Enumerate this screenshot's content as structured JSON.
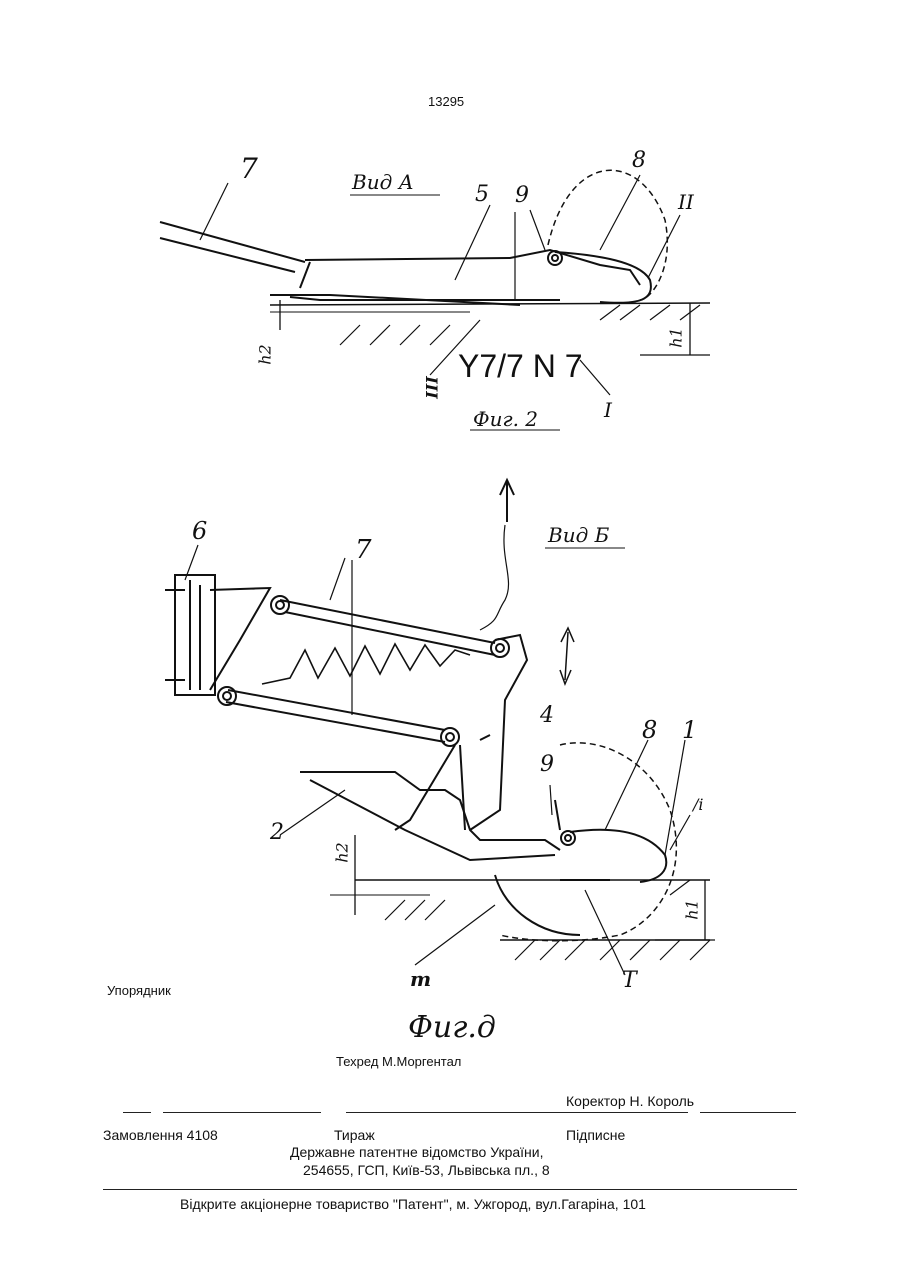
{
  "page_number": "13295",
  "figure2": {
    "view_label": "Вид А",
    "caption": "Фиг. 2",
    "stamp_text": "Y7/7 N 7",
    "labels": {
      "n7": "7",
      "n5": "5",
      "n9": "9",
      "n8": "8",
      "roman2": "II",
      "roman1": "I",
      "roman3": "III",
      "h1": "h1",
      "h2": "h2"
    }
  },
  "figure3": {
    "view_label": "Вид Б",
    "caption": "Фиг.д",
    "labels": {
      "n6": "6",
      "n7": "7",
      "n4": "4",
      "n2": "2",
      "n9": "9",
      "n8": "8",
      "n1": "1",
      "li": "/i",
      "h1": "h1",
      "h2": "h2",
      "m": "m",
      "T": "T"
    }
  },
  "footer": {
    "compiler": "Упорядник",
    "tech_editor": "Техред М.Моргентал",
    "corrector": "Коректор Н. Король",
    "order": "Замовлення 4108",
    "circulation": "Тираж",
    "signed": "Підписне",
    "office_line1": "Державне патентне відомство України,",
    "office_line2": "254655, ГСП, Київ-53, Львівська пл., 8",
    "printer": "Відкрите акціонерне товариство \"Патент\", м. Ужгород, вул.Гагаріна, 101"
  }
}
